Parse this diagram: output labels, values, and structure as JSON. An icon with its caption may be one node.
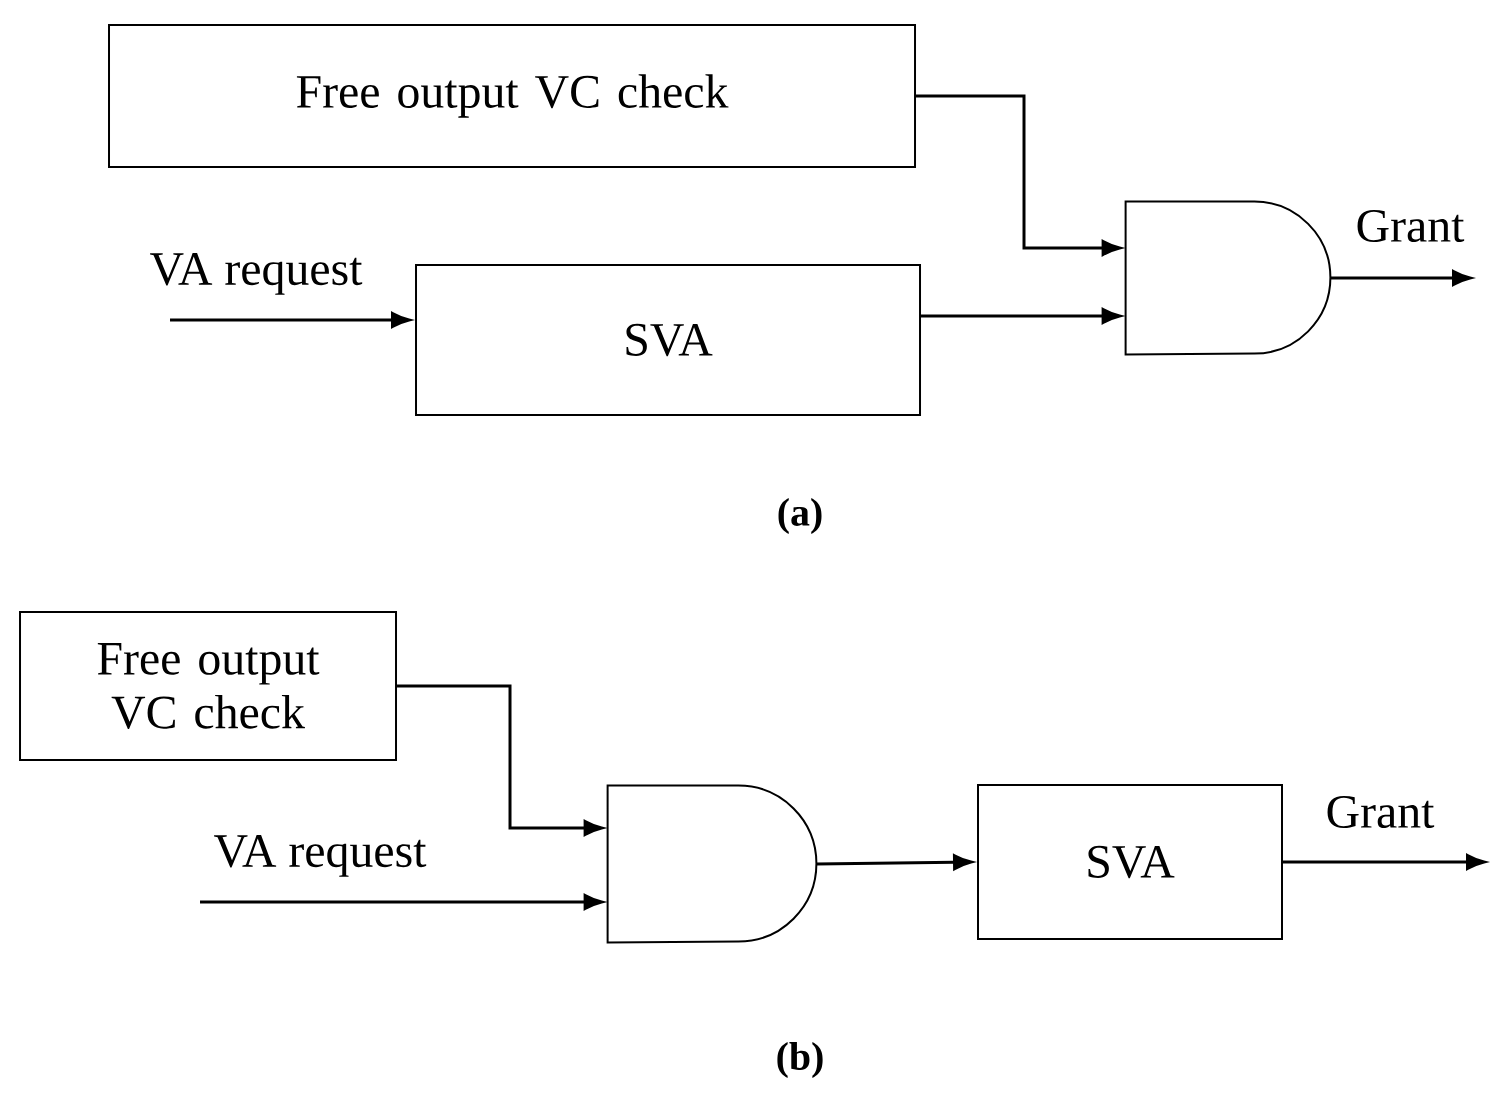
{
  "diagram": {
    "nodes": [
      {
        "text": [
          "Free output VC check"
        ]
      },
      {
        "text": [
          "SVA"
        ]
      },
      {
        "text": [],
        "shape": "gate"
      },
      {
        "text": [
          "Free output VC check"
        ]
      },
      {
        "text": [],
        "shape": "gate"
      },
      {
        "text": [
          "SVA"
        ]
      }
    ],
    "edges": [
      {
        "from": 0,
        "to": 2,
        "arrow": "to"
      },
      {
        "from": null,
        "to": 1,
        "arrow": "to",
        "label": "VA request"
      },
      {
        "from": 1,
        "to": 2,
        "arrow": "to"
      },
      {
        "from": 2,
        "to": null,
        "arrow": "to",
        "label": "Grant"
      },
      {
        "from": 3,
        "to": 4,
        "arrow": "to"
      },
      {
        "from": null,
        "to": 4,
        "arrow": "to",
        "label": "VA request"
      },
      {
        "from": 4,
        "to": 5,
        "arrow": "to"
      },
      {
        "from": 5,
        "to": null,
        "arrow": "to",
        "label": "Grant"
      }
    ],
    "labels": [
      "(a)",
      "(b)"
    ]
  }
}
